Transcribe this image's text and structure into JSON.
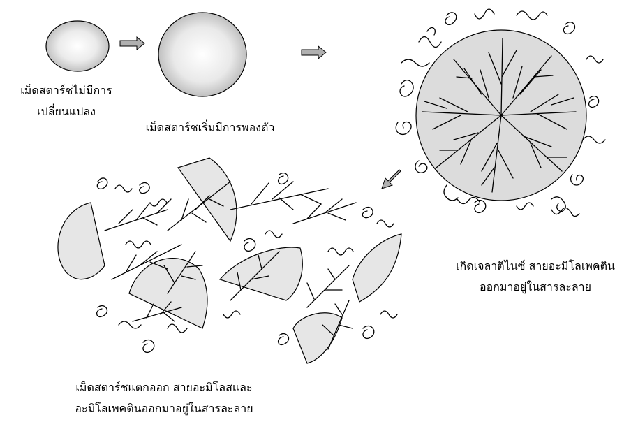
{
  "captions": {
    "stage1": {
      "line1": "เม็ดสตาร์ชไม่มีการ",
      "line2": "เปลี่ยนแปลง"
    },
    "stage2": {
      "line1": "เม็ดสตาร์ชเริ่มมีการพองตัว"
    },
    "stage3": {
      "line1": "เกิดเจลาติไนซ์ สายอะมิโลเพคติน",
      "line2": "ออกมาอยู่ในสารละลาย"
    },
    "stage4": {
      "line1": "เม็ดสตาร์ชแตกออก สายอะมิโลสและ",
      "line2": "อะมิโลเพคตินออกมาอยู่ในสารละลาย"
    }
  },
  "colors": {
    "granule_center": "#ffffff",
    "granule_edge": "#b8b8b8",
    "swollen_fill": "#d9d9d9",
    "fragment_fill": "#e6e6e6",
    "arrow_fill": "#b0b0b0",
    "ink": "#000000"
  }
}
